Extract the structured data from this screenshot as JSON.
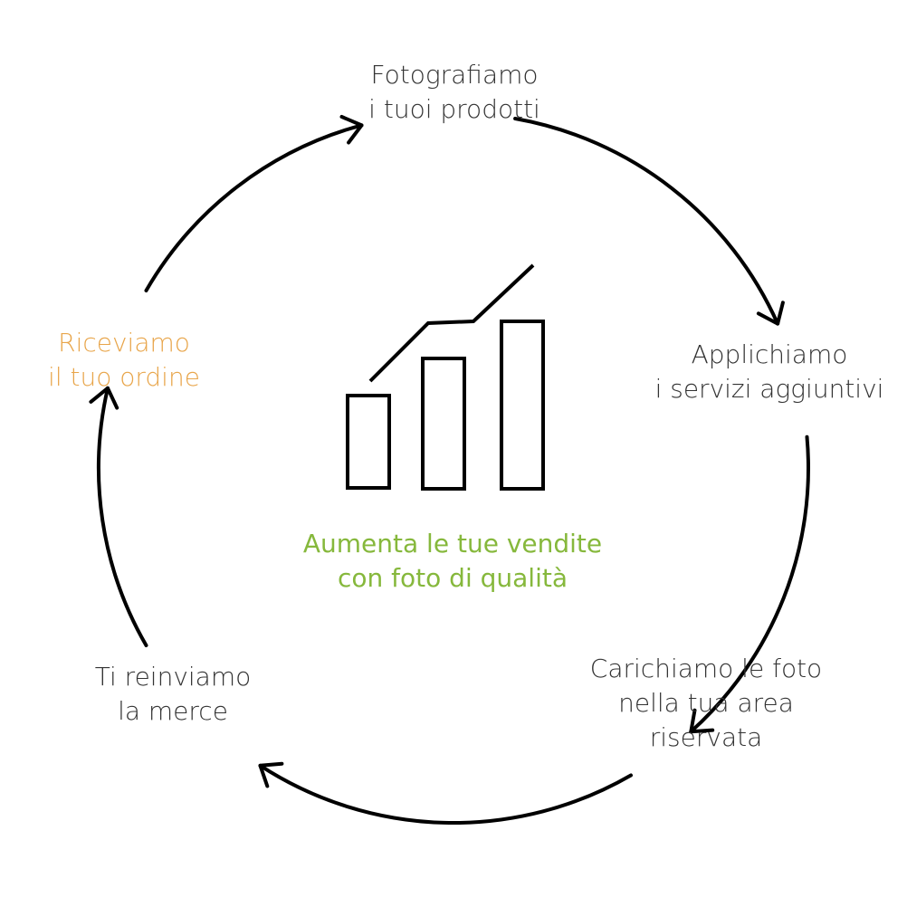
{
  "colors": {
    "text": "#333333",
    "stroke": "#000000",
    "accent_orange": "#e8a54a",
    "accent_green": "#86b83c"
  },
  "steps": [
    {
      "line1": "Fotografiamo",
      "line2": "i tuoi prodotti",
      "line3": "",
      "color": "#333333"
    },
    {
      "line1": "Applichiamo",
      "line2": "i servizi aggiuntivi",
      "line3": "",
      "color": "#333333"
    },
    {
      "line1": "Carichiamo le foto",
      "line2": "nella tua area",
      "line3": "riservata",
      "color": "#333333"
    },
    {
      "line1": "Ti reinviamo",
      "line2": "la merce",
      "line3": "",
      "color": "#333333"
    },
    {
      "line1": "Riceviamo",
      "line2": "il tuo ordine",
      "line3": "",
      "color": "#e8a54a"
    }
  ],
  "center": {
    "icon": "growth-chart-icon",
    "caption_line1": "Aumenta le tue vendite",
    "caption_line2": "con foto di qualità",
    "caption_color": "#86b83c"
  }
}
